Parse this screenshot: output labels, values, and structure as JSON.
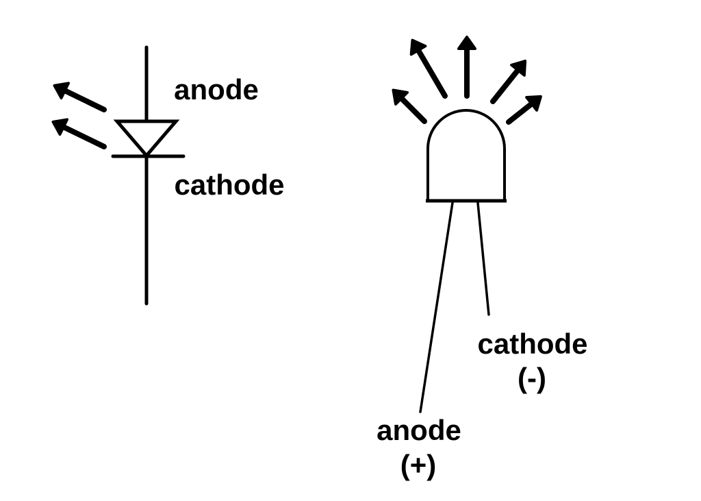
{
  "page": {
    "background_color": "#ffffff",
    "ink_color": "#000000"
  },
  "schematic_symbol": {
    "anode_label": "anode",
    "cathode_label": "cathode"
  },
  "physical_led": {
    "cathode_label": "cathode",
    "cathode_polarity": "(-)",
    "anode_label": "anode",
    "anode_polarity": "(+)"
  }
}
